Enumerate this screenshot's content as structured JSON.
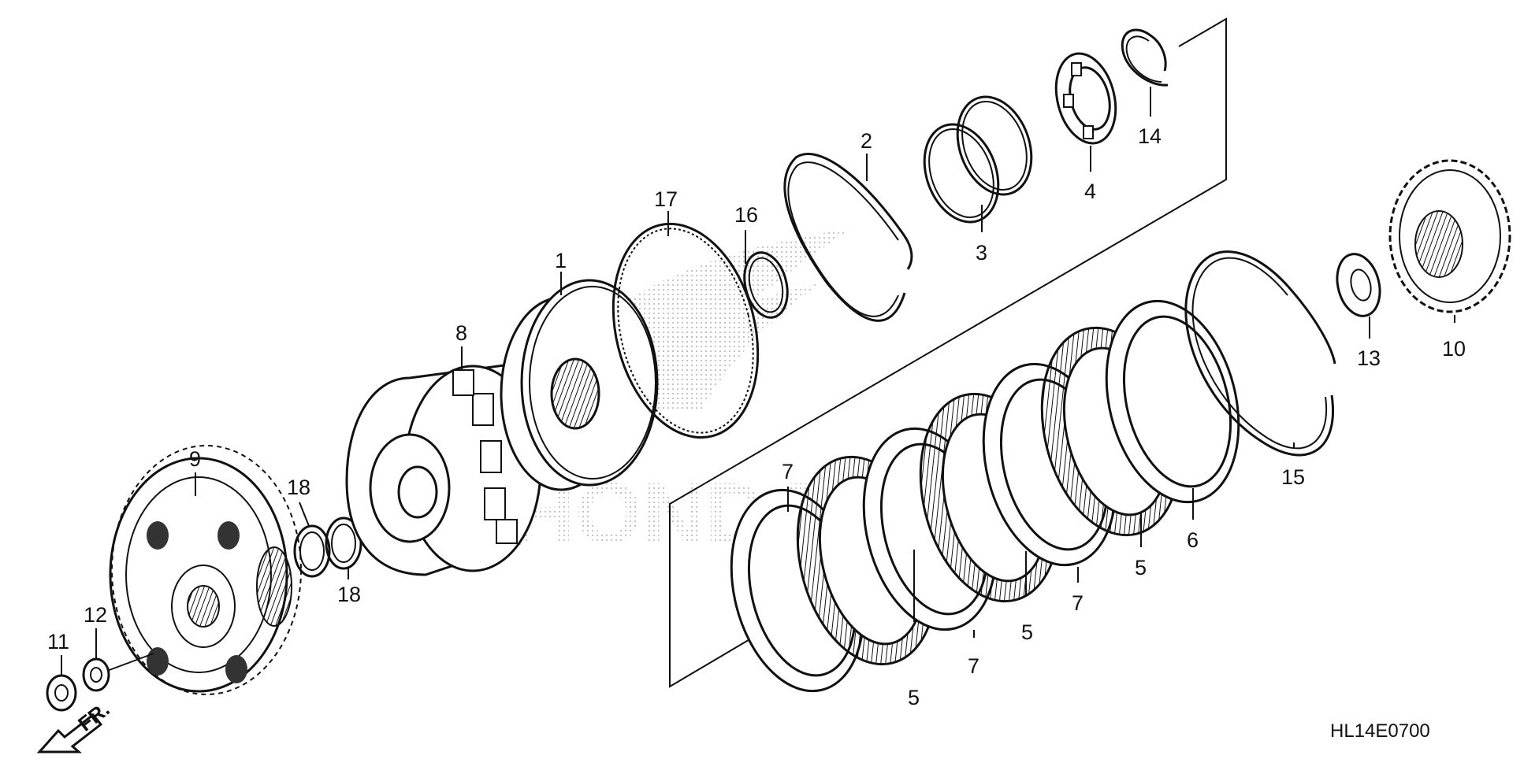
{
  "diagram": {
    "code": "HL14E0700",
    "front_marker": "FR.",
    "watermark": "HONDA",
    "labels": {
      "p1": "1",
      "p2": "2",
      "p3": "3",
      "p4": "4",
      "p5a": "5",
      "p5b": "5",
      "p5c": "5",
      "p6": "6",
      "p7a": "7",
      "p7b": "7",
      "p7c": "7",
      "p8": "8",
      "p9": "9",
      "p10": "10",
      "p11": "11",
      "p12": "12",
      "p13": "13",
      "p14": "14",
      "p15": "15",
      "p16": "16",
      "p17": "17",
      "p18a": "18",
      "p18b": "18"
    }
  }
}
